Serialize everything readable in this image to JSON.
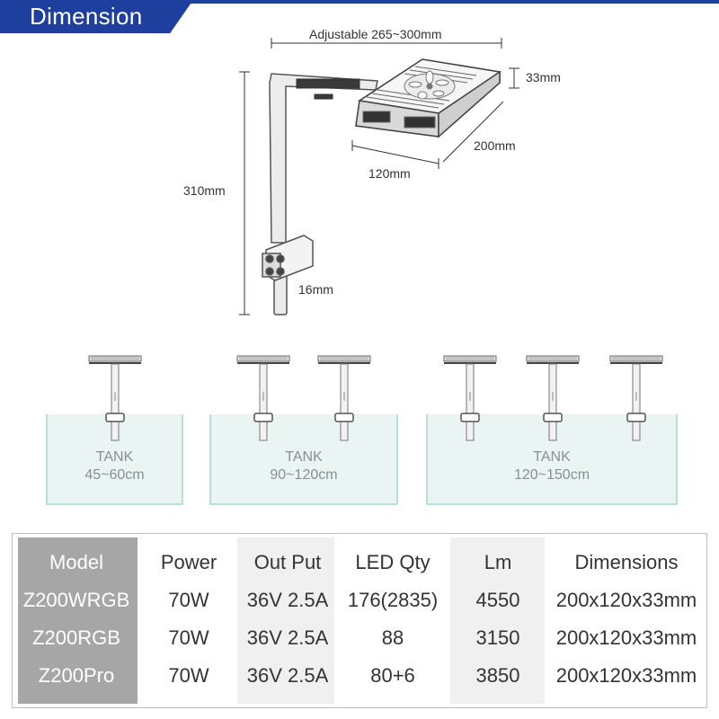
{
  "header": {
    "title": "Dimension"
  },
  "dimensions": {
    "adjustable": "Adjustable 265~300mm",
    "height_33": "33mm",
    "depth_200": "200mm",
    "width_120": "120mm",
    "height_310": "310mm",
    "clamp_16": "16mm"
  },
  "tanks": [
    {
      "label": "TANK",
      "range": "45~60cm"
    },
    {
      "label": "TANK",
      "range": "90~120cm"
    },
    {
      "label": "TANK",
      "range": "120~150cm"
    }
  ],
  "table": {
    "headers": [
      "Model",
      "Power",
      "Out Put",
      "LED Qty",
      "Lm",
      "Dimensions"
    ],
    "rows": [
      [
        "Z200WRGB",
        "70W",
        "36V 2.5A",
        "176(2835)",
        "4550",
        "200x120x33mm"
      ],
      [
        "Z200RGB",
        "70W",
        "36V 2.5A",
        "88",
        "3150",
        "200x120x33mm"
      ],
      [
        "Z200Pro",
        "70W",
        "36V 2.5A",
        "80+6",
        "3850",
        "200x120x33mm"
      ]
    ]
  },
  "colors": {
    "header_bg": "#1f3f9e",
    "model_column_bg": "#a6a6a6",
    "shaded_column_bg": "#f0f0f0",
    "tank_water": "#e9f4f3",
    "tank_border": "#a9d3cd"
  }
}
